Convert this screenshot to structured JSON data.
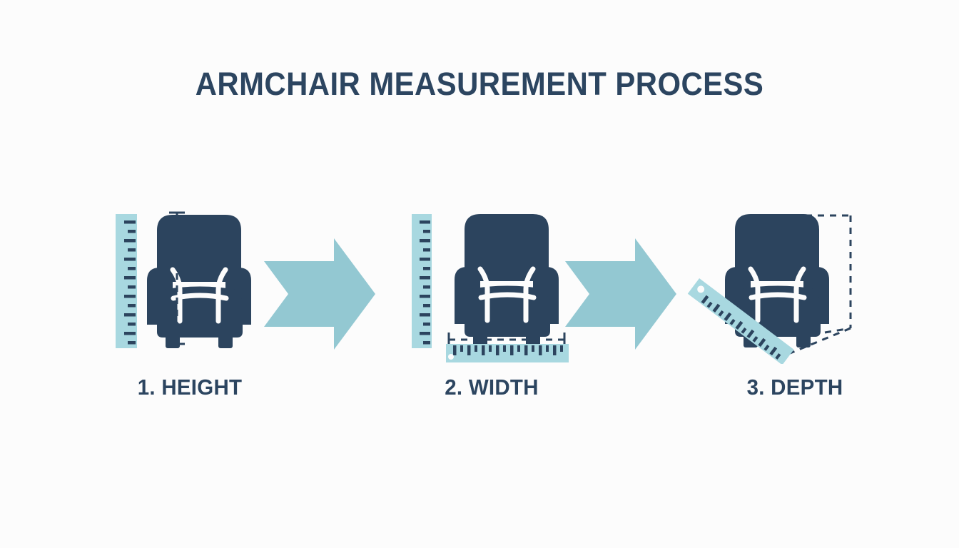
{
  "page": {
    "title": "ARMCHAIR MEASUREMENT PROCESS",
    "background_color": "#fcfcfc"
  },
  "colors": {
    "navy": "#2c445e",
    "navy_text": "#2c4560",
    "ruler_light": "#a8d8e0",
    "ruler_mid": "#9ecfd8",
    "arrow": "#93c8d2",
    "dashed": "#2c445e",
    "white": "#ffffff"
  },
  "steps": [
    {
      "number": "1",
      "label": "1. HEIGHT",
      "icon": "armchair-with-vertical-ruler-icon",
      "measurement": "height",
      "ruler_orientation": "vertical",
      "guide": "vertical-dashed-line"
    },
    {
      "number": "2",
      "label": "2. WIDTH",
      "icon": "armchair-with-horizontal-ruler-icon",
      "measurement": "width",
      "ruler_orientation": "horizontal",
      "guide": "horizontal-dashed-line"
    },
    {
      "number": "3",
      "label": "3. DEPTH",
      "icon": "armchair-with-diagonal-ruler-icon",
      "measurement": "depth",
      "ruler_orientation": "diagonal",
      "guide": "dashed-perspective-outline"
    }
  ],
  "arrows": [
    {
      "name": "arrow-step1-to-step2",
      "direction": "right"
    },
    {
      "name": "arrow-step2-to-step3",
      "direction": "right"
    }
  ]
}
